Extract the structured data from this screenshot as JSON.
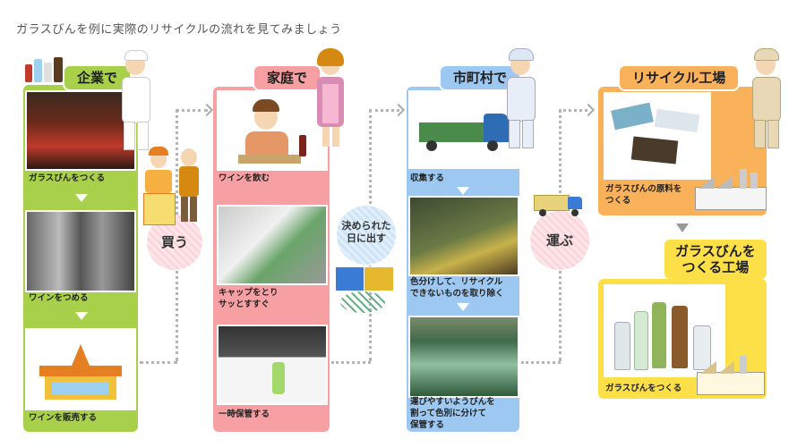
{
  "title": "ガラスびんを例に実際のリサイクルの流れを見てみましょう",
  "colors": {
    "company": "#a9d04a",
    "home": "#f7a0a3",
    "city": "#9cc8f2",
    "recycle": "#f9b25a",
    "glass": "#fde047"
  },
  "stages": {
    "company": {
      "label": "企業で",
      "steps": [
        "ガラスびんをつくる",
        "ワインをつめる",
        "ワインを販売する"
      ]
    },
    "home": {
      "label": "家庭で",
      "steps": [
        "ワインを飲む",
        "キャップをとり\nサッとすすぐ",
        "一時保管する"
      ]
    },
    "city": {
      "label": "市町村で",
      "steps": [
        "収集する",
        "色分けして、リサイクル\nできないものを取り除く",
        "運びやすいようびんを\n割って色別に分けて\n保管する"
      ]
    },
    "recycle": {
      "label": "リサイクル工場",
      "steps": [
        "ガラスびんの原料を\nつくる"
      ]
    },
    "glass": {
      "label": "ガラスびんを\nつくる工場",
      "steps": [
        "ガラスびんをつくる"
      ]
    }
  },
  "connectors": {
    "buy": "買う",
    "dispose": "決められた\n日に出す",
    "carry": "運ぶ"
  }
}
